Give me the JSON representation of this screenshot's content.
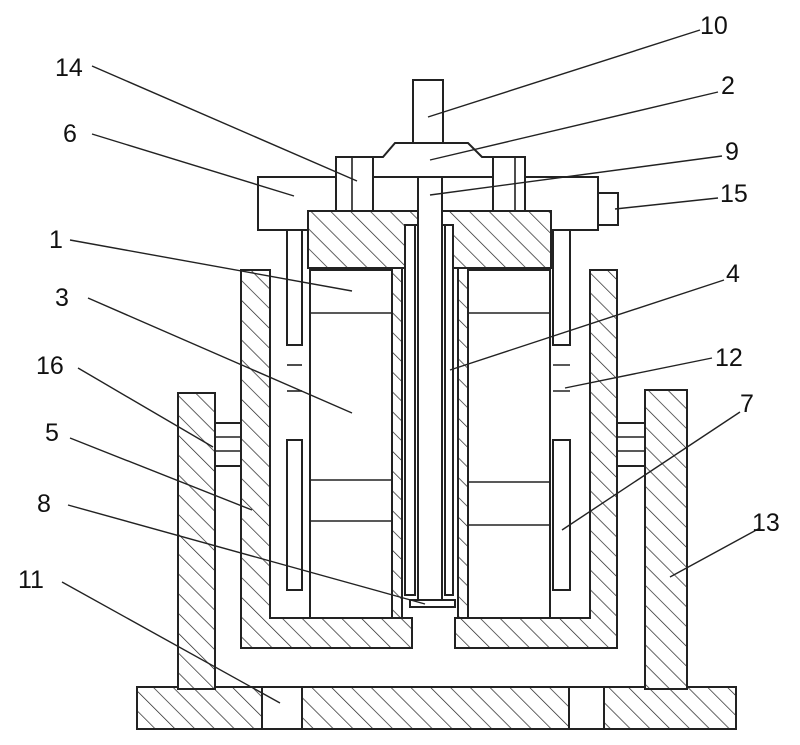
{
  "figure": {
    "labels": [
      {
        "id": "10",
        "text": "10"
      },
      {
        "id": "14",
        "text": "14"
      },
      {
        "id": "2",
        "text": "2"
      },
      {
        "id": "6",
        "text": "6"
      },
      {
        "id": "9",
        "text": "9"
      },
      {
        "id": "15",
        "text": "15"
      },
      {
        "id": "1",
        "text": "1"
      },
      {
        "id": "4",
        "text": "4"
      },
      {
        "id": "3",
        "text": "3"
      },
      {
        "id": "12",
        "text": "12"
      },
      {
        "id": "16",
        "text": "16"
      },
      {
        "id": "7",
        "text": "7"
      },
      {
        "id": "5",
        "text": "5"
      },
      {
        "id": "13",
        "text": "13"
      },
      {
        "id": "8",
        "text": "8"
      },
      {
        "id": "11",
        "text": "11"
      }
    ]
  }
}
